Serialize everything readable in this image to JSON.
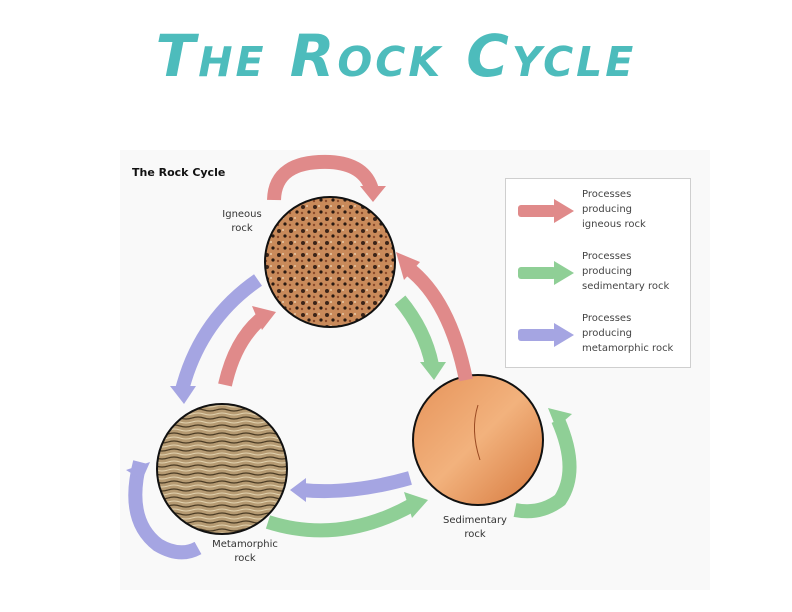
{
  "slide": {
    "title": "The Rock Cycle"
  },
  "diagram": {
    "title": "The Rock Cycle",
    "rocks": {
      "igneous": {
        "line1": "Igneous",
        "line2": "rock"
      },
      "metamorphic": {
        "line1": "Metamorphic",
        "line2": "rock"
      },
      "sedimentary": {
        "line1": "Sedimentary",
        "line2": "rock"
      }
    }
  },
  "legend": {
    "items": [
      {
        "lines": [
          "Processes",
          "producing",
          "igneous rock"
        ],
        "color": "#e08a8a"
      },
      {
        "lines": [
          "Processes",
          "producing",
          "sedimentary rock"
        ],
        "color": "#8fcf96"
      },
      {
        "lines": [
          "Processes",
          "producing",
          "metamorphic rock"
        ],
        "color": "#a5a5e2"
      }
    ]
  },
  "colors": {
    "title": "#4dbcbc",
    "igneous_arrow": "#e08a8a",
    "sedimentary_arrow": "#8fcf96",
    "metamorphic_arrow": "#a5a5e2"
  }
}
